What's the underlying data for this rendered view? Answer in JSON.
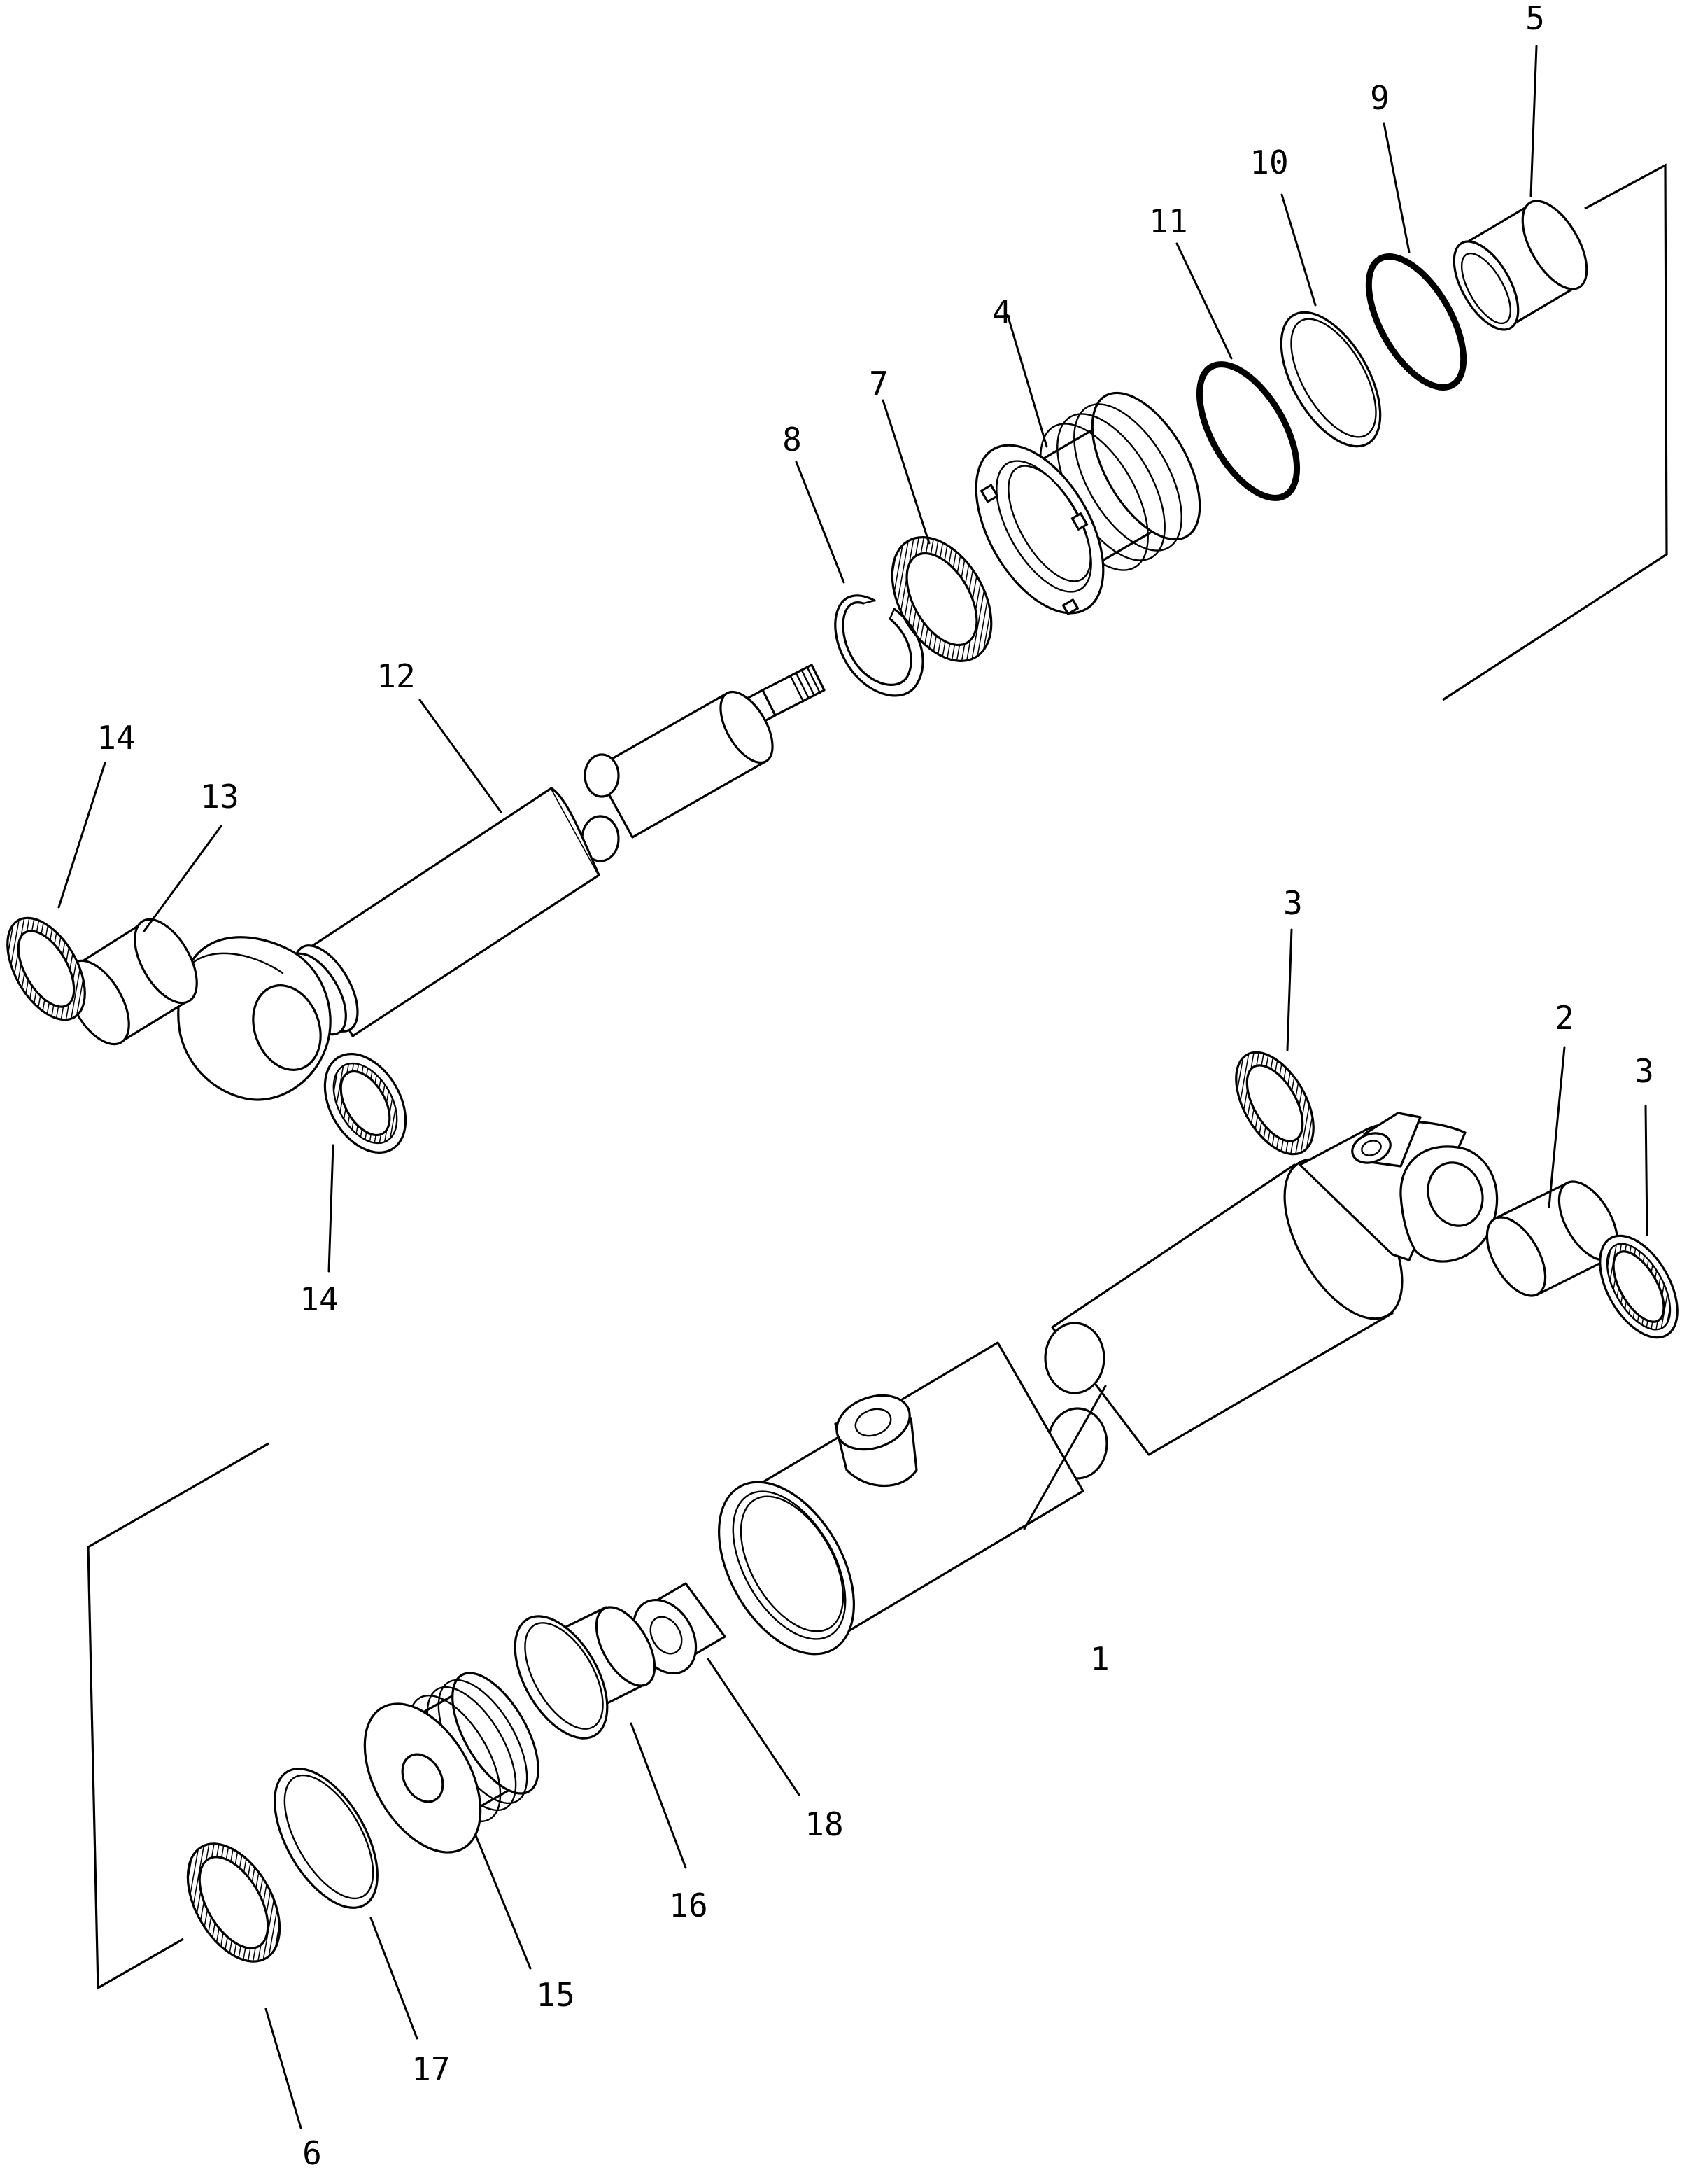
{
  "diagram": {
    "parts": [
      {
        "id": "part-1",
        "label": "1"
      },
      {
        "id": "part-2",
        "label": "2"
      },
      {
        "id": "part-3-upper",
        "label": "3"
      },
      {
        "id": "part-3-right",
        "label": "3"
      },
      {
        "id": "part-4",
        "label": "4"
      },
      {
        "id": "part-5",
        "label": "5"
      },
      {
        "id": "part-6",
        "label": "6"
      },
      {
        "id": "part-7",
        "label": "7"
      },
      {
        "id": "part-8",
        "label": "8"
      },
      {
        "id": "part-9",
        "label": "9"
      },
      {
        "id": "part-10",
        "label": "10"
      },
      {
        "id": "part-11",
        "label": "11"
      },
      {
        "id": "part-12",
        "label": "12"
      },
      {
        "id": "part-13",
        "label": "13"
      },
      {
        "id": "part-14-top",
        "label": "14"
      },
      {
        "id": "part-14-bottom",
        "label": "14"
      },
      {
        "id": "part-15",
        "label": "15"
      },
      {
        "id": "part-16",
        "label": "16"
      },
      {
        "id": "part-17",
        "label": "17"
      },
      {
        "id": "part-18",
        "label": "18"
      }
    ]
  }
}
